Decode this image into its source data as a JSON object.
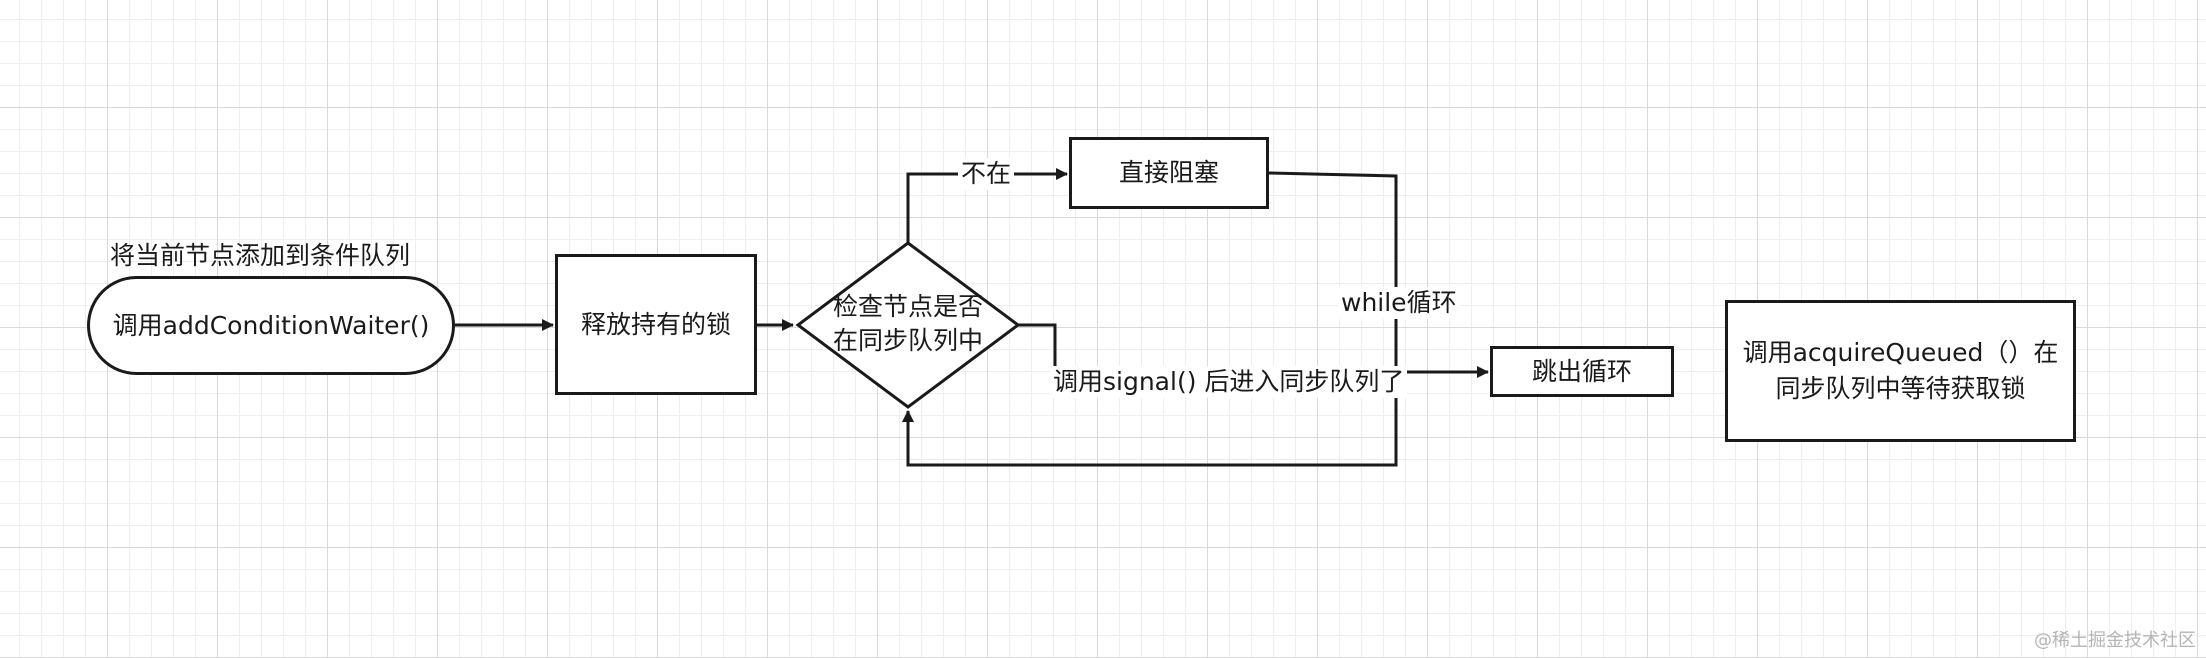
{
  "nodes": {
    "add_waiter_note": "将当前节点添加到条件队列",
    "add_waiter": "调用addConditionWaiter()",
    "release_lock": "释放持有的锁",
    "check_line1": "检查节点是否",
    "check_line2": "在同步队列中",
    "block": "直接阻塞",
    "exit_loop": "跳出循环",
    "acquire_line1": "调用acquireQueued（）在",
    "acquire_line2": "同步队列中等待获取锁"
  },
  "edge_labels": {
    "not_in": "不在",
    "while_loop": "while循环",
    "after_signal": "调用signal() 后进入同步队列了"
  },
  "watermark": "@稀土掘金技术社区",
  "colors": {
    "stroke": "#1a1a1a",
    "grid_major": "#d9d9d9",
    "grid_minor": "#eeeeee"
  }
}
